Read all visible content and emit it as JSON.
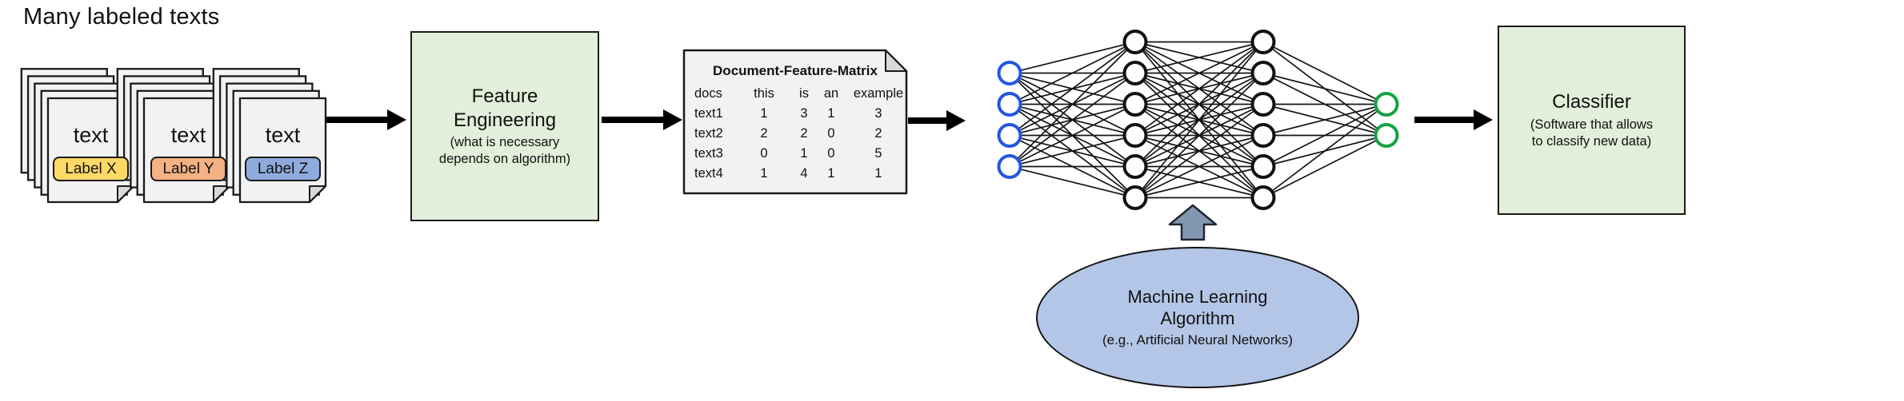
{
  "title": "Many labeled texts",
  "colors": {
    "box_green": "#e2efda",
    "page_gray": "#f2f2f2",
    "page_fold": "#d9d9d9",
    "outline": "#1a1a1a",
    "ellipse_blue": "#b4c6e7",
    "block_arrow_fill": "#8497b0",
    "arrow_black": "#000000",
    "input_node": "#2457df",
    "hidden_node": "#111111",
    "output_node": "#14a345"
  },
  "documents": {
    "stacks": [
      {
        "text": "text",
        "label": "Label X",
        "color": "#ffd966"
      },
      {
        "text": "text",
        "label": "Label Y",
        "color": "#f4b183"
      },
      {
        "text": "text",
        "label": "Label Z",
        "color": "#8faadc"
      }
    ]
  },
  "feature_engineering": {
    "title": "Feature Engineering",
    "subtitle": "(what is necessary depends on algorithm)"
  },
  "matrix": {
    "title": "Document-Feature-Matrix",
    "columns": [
      "docs",
      "this",
      "is",
      "an",
      "example"
    ],
    "rows": [
      [
        "text1",
        "1",
        "3",
        "1",
        "3"
      ],
      [
        "text2",
        "2",
        "2",
        "0",
        "2"
      ],
      [
        "text3",
        "0",
        "1",
        "0",
        "5"
      ],
      [
        "text4",
        "1",
        "4",
        "1",
        "1"
      ]
    ]
  },
  "network": {
    "layers": [
      {
        "name": "input",
        "count": 4,
        "color": "#2457df"
      },
      {
        "name": "hidden-1",
        "count": 6,
        "color": "#111111"
      },
      {
        "name": "hidden-2",
        "count": 6,
        "color": "#111111"
      },
      {
        "name": "output",
        "count": 2,
        "color": "#14a345"
      }
    ]
  },
  "classifier": {
    "title": "Classifier",
    "subtitle": "(Software that allows to classify new data)"
  },
  "ml_algorithm": {
    "title": "Machine Learning Algorithm",
    "subtitle": "(e.g.,  Artificial Neural Networks)"
  }
}
